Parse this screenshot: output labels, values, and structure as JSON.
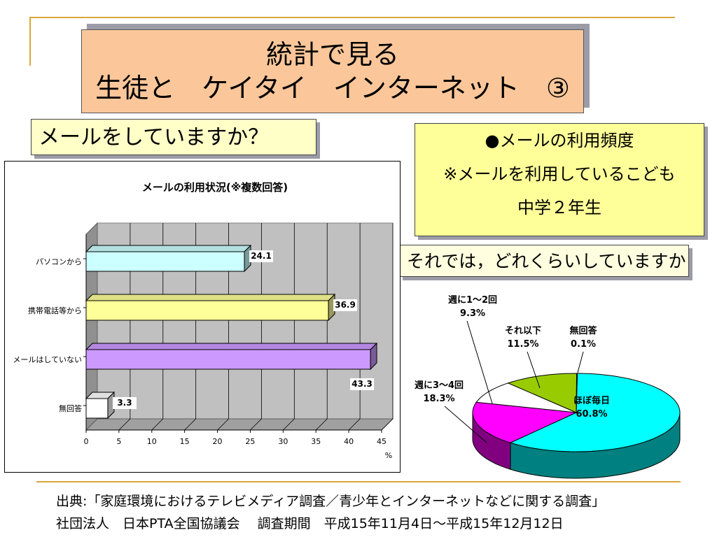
{
  "title": {
    "line1": "統計で見る",
    "line2": "生徒と　ケイタイ　インターネット　③"
  },
  "question": "メールをしていますか？",
  "frequency_box": {
    "line1": "●メールの利用頻度",
    "line2": "※メールを利用しているこども",
    "line3": "中学２年生"
  },
  "followup": "それでは，どれくらいしていますか",
  "source": {
    "line1": "出典:「家庭環境におけるテレビメディア調査／青少年とインターネットなどに関する調査」",
    "line2": "社団法人　日本PTA全国協議会　 調査期間　平成15年11月4日～平成15年12月12日"
  },
  "chart_data": [
    {
      "type": "bar",
      "orientation": "horizontal",
      "title": "メールの利用状況(※複数回答)",
      "categories": [
        "パソコンから",
        "携帯電話等から",
        "メールはしていない",
        "無回答"
      ],
      "values": [
        24.1,
        36.9,
        43.3,
        3.3
      ],
      "value_labels": [
        "24.1",
        "36.9",
        "43.3",
        "3.3"
      ],
      "colors": [
        "#ccffff",
        "#ffff99",
        "#cc99ff",
        "#ffffff"
      ],
      "xlim": [
        0,
        45
      ],
      "xticks": [
        "0",
        "5",
        "10",
        "15",
        "20",
        "25",
        "30",
        "35",
        "40",
        "45"
      ],
      "xunit": "%",
      "grid": true
    },
    {
      "type": "pie",
      "style": "3d",
      "slices": [
        {
          "label": "ほぼ毎日",
          "value": 60.8,
          "value_label": "60.8%",
          "color": "#00ffff",
          "side": "#008080"
        },
        {
          "label": "週に3～4回",
          "value": 18.3,
          "value_label": "18.3%",
          "color": "#ff00ff",
          "side": "#800080"
        },
        {
          "label": "週に1～2回",
          "value": 9.3,
          "value_label": "9.3%",
          "color": "#ffffff",
          "side": "#ffffff"
        },
        {
          "label": "それ以下",
          "value": 11.5,
          "value_label": "11.5%",
          "color": "#99cc00",
          "side": "#608000"
        },
        {
          "label": "無回答",
          "value": 0.1,
          "value_label": "0.1%",
          "color": "#000000",
          "side": "#000000"
        }
      ]
    }
  ]
}
